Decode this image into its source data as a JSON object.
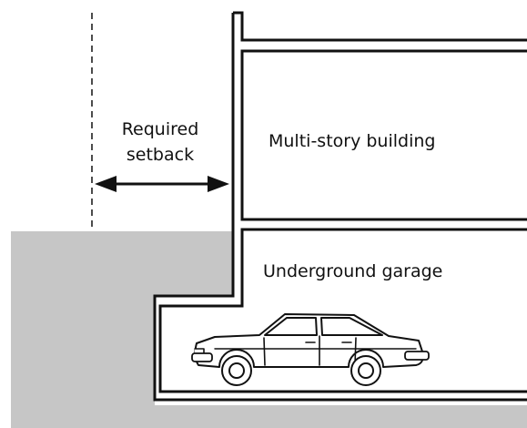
{
  "labels": {
    "setback_line1": "Required",
    "setback_line2": "setback",
    "building": "Multi-story building",
    "garage": "Underground garage"
  },
  "colors": {
    "ground": "#c6c6c6",
    "line": "#111111",
    "background": "#ffffff"
  },
  "icons": {
    "car": "car-icon",
    "arrow": "double-arrow-icon"
  }
}
